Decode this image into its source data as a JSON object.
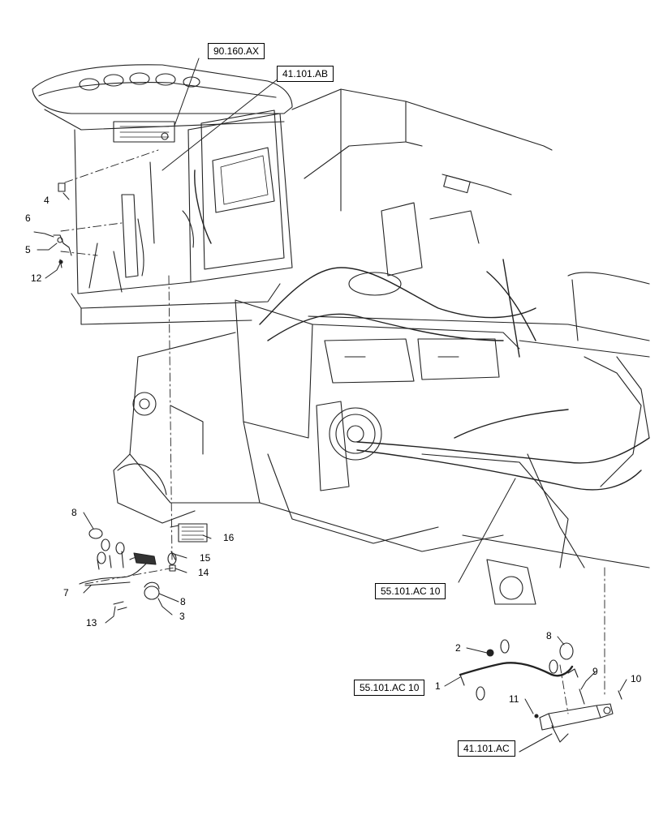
{
  "reference_boxes": {
    "top_right_ref": "90.160.AX",
    "top_mid_ref": "41.101.AB",
    "middle_ref": "55.101.AC 10",
    "lower_left_ref": "55.101.AC 10",
    "bottom_ref": "41.101.AC"
  },
  "callouts": {
    "c1": "1",
    "c2": "2",
    "c3": "3",
    "c4": "4",
    "c5": "5",
    "c6": "6",
    "c7": "7",
    "c8a": "8",
    "c8b": "8",
    "c8c": "8",
    "c9": "9",
    "c10": "10",
    "c11": "11",
    "c12": "12",
    "c13": "13",
    "c14": "14",
    "c15": "15",
    "c16": "16"
  }
}
